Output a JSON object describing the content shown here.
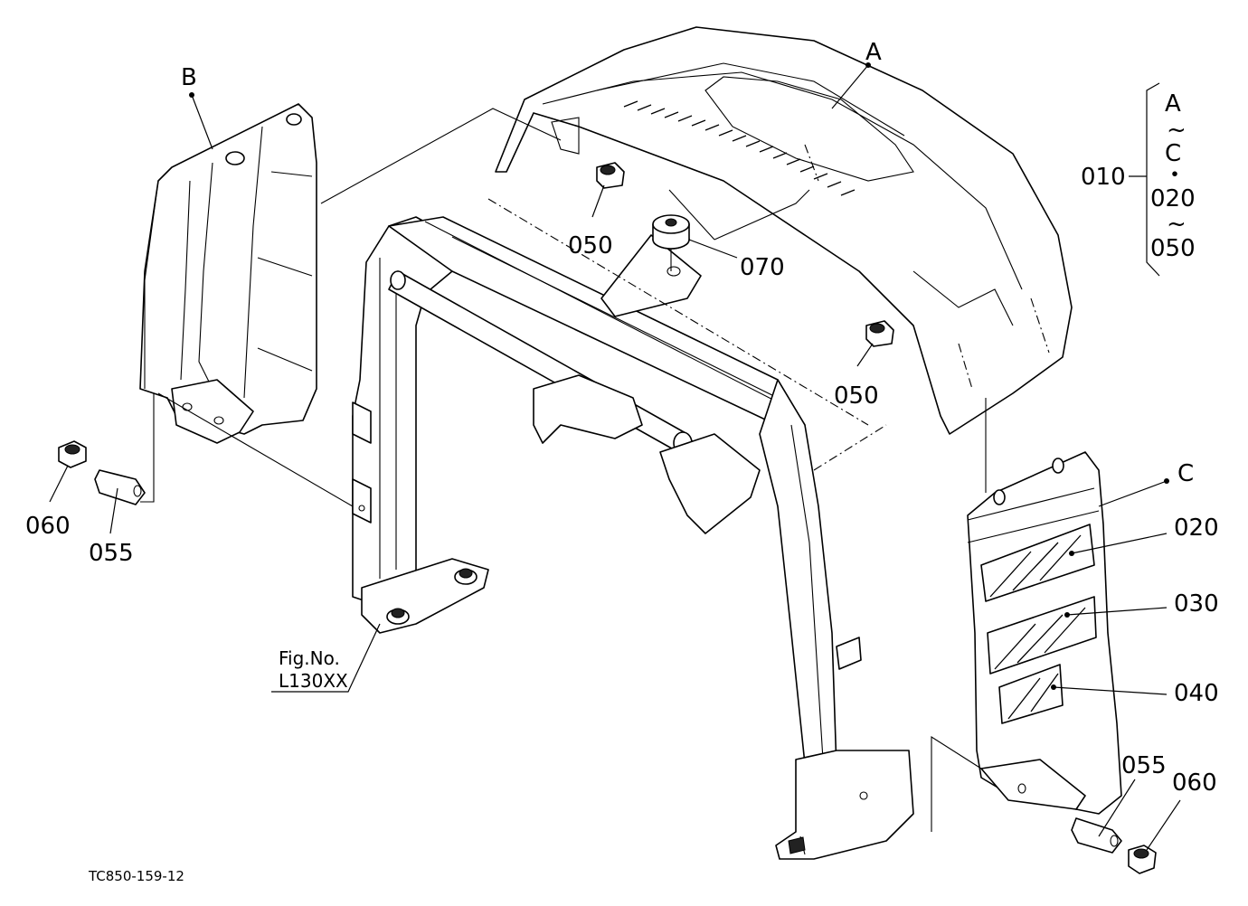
{
  "diagram": {
    "parts": [
      {
        "id": "part-a",
        "label": "A"
      },
      {
        "id": "part-b",
        "label": "B"
      },
      {
        "id": "part-c",
        "label": "C"
      },
      {
        "id": "part-020",
        "label": "020"
      },
      {
        "id": "part-030",
        "label": "030"
      },
      {
        "id": "part-040",
        "label": "040"
      },
      {
        "id": "part-050-left",
        "label": "050"
      },
      {
        "id": "part-050-right",
        "label": "050"
      },
      {
        "id": "part-070",
        "label": "070"
      },
      {
        "id": "part-060-left",
        "label": "060"
      },
      {
        "id": "part-055-left",
        "label": "055"
      },
      {
        "id": "part-055-right",
        "label": "055"
      },
      {
        "id": "part-060-right",
        "label": "060"
      }
    ],
    "assembly_bracket": {
      "ref": "010",
      "line1": "A",
      "tilde1": "~",
      "line2": "C",
      "dot": "・",
      "line3": "020",
      "tilde2": "~",
      "line4": "050"
    },
    "fig_ref": {
      "line1": "Fig.No.",
      "line2": "L130XX"
    },
    "drawing_code": "TC850-159-12"
  }
}
